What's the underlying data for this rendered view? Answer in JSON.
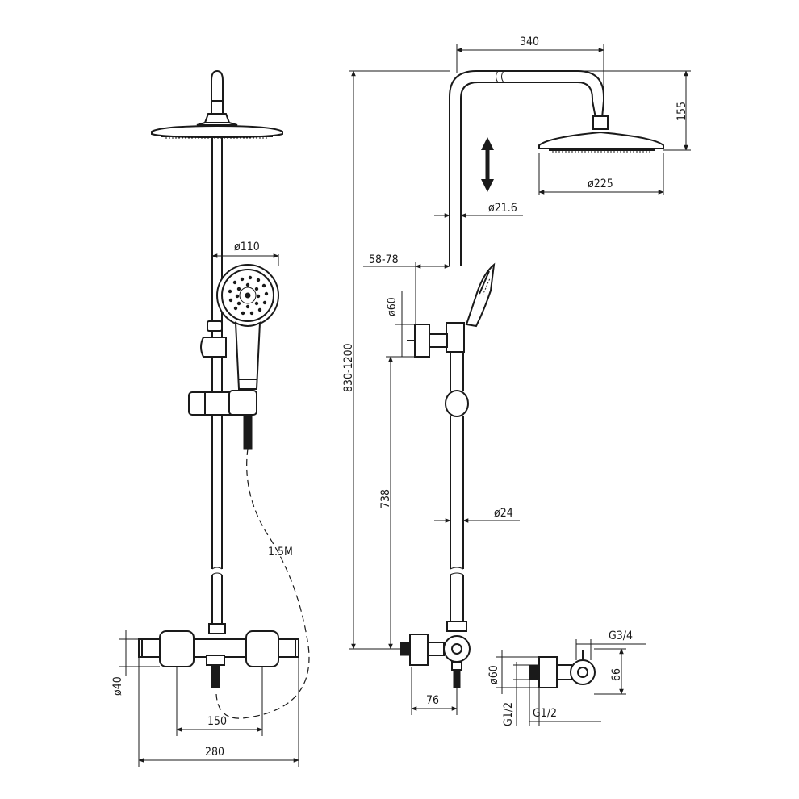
{
  "front_view": {
    "dim_head_overall": "",
    "dim_hand_shower_dia": "ø110",
    "dim_hose_length": "1.5M",
    "dim_mixer_height": "ø40",
    "dim_inlet_spacing": "150",
    "dim_mixer_width": "280"
  },
  "side_view": {
    "dim_arm_reach": "340",
    "dim_head_drop": "155",
    "dim_head_dia": "ø225",
    "dim_upper_pipe_dia": "ø21.6",
    "dim_bracket_offset": "58-78",
    "dim_bracket_dia": "ø60",
    "dim_total_height": "830-1200",
    "dim_lower_height": "738",
    "dim_lower_pipe_dia": "ø24",
    "dim_eccentric_offset": "76"
  },
  "connector_view": {
    "dim_outlet_thread": "G3/4",
    "dim_flange_dia": "ø60",
    "dim_body_height": "66",
    "dim_inlet_thread": "G1/2",
    "dim_wall_thread": "G1/2"
  }
}
